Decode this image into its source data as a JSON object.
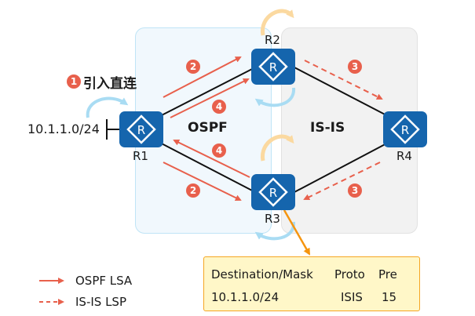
{
  "title": {
    "step_badge": "1",
    "text": "引入直连"
  },
  "network": {
    "prefix": "10.1.1.0/24"
  },
  "areas": {
    "ospf": {
      "label": "OSPF",
      "fill": "#f1f8fd",
      "border": "#bfe4f6"
    },
    "isis": {
      "label": "IS-IS",
      "fill": "#f2f2f2",
      "border": "#e2e2e2"
    }
  },
  "routers": [
    {
      "id": "R1",
      "label": "R1",
      "icon": "router-icon"
    },
    {
      "id": "R2",
      "label": "R2",
      "icon": "router-icon"
    },
    {
      "id": "R3",
      "label": "R3",
      "icon": "router-icon"
    },
    {
      "id": "R4",
      "label": "R4",
      "icon": "router-icon"
    }
  ],
  "links": [
    {
      "from": "R1",
      "to": "R2"
    },
    {
      "from": "R1",
      "to": "R3"
    },
    {
      "from": "R2",
      "to": "R4"
    },
    {
      "from": "R3",
      "to": "R4"
    }
  ],
  "flows": [
    {
      "step": "2",
      "type": "OSPF LSA",
      "from": "R1",
      "to": "R2",
      "style": "solid"
    },
    {
      "step": "4",
      "type": "OSPF LSA",
      "from": "R1",
      "to": "R2",
      "style": "solid"
    },
    {
      "step": "4",
      "type": "OSPF LSA",
      "from": "R3",
      "to": "R1",
      "style": "solid"
    },
    {
      "step": "2",
      "type": "OSPF LSA",
      "from": "R1",
      "to": "R3",
      "style": "solid"
    },
    {
      "step": "3",
      "type": "IS-IS LSP",
      "from": "R2",
      "to": "R4",
      "style": "dashed"
    },
    {
      "step": "3",
      "type": "IS-IS LSP",
      "from": "R4",
      "to": "R3",
      "style": "dashed"
    }
  ],
  "route_table": {
    "headers": [
      "Destination/Mask",
      "Proto",
      "Pre"
    ],
    "rows": [
      [
        "10.1.1.0/24",
        "ISIS",
        "15"
      ]
    ]
  },
  "legend": [
    {
      "label": "OSPF LSA",
      "style": "solid"
    },
    {
      "label": "IS-IS LSP",
      "style": "dashed"
    }
  ],
  "colors": {
    "router": "#1565ad",
    "lsa_arrow": "#e8604c",
    "import_arrow_blue": "#a9dcf3",
    "import_arrow_yellow": "#fbd9a0",
    "callout_arrow": "#f5950f",
    "table_fill": "#fff7c8",
    "table_border": "#f5a623"
  }
}
